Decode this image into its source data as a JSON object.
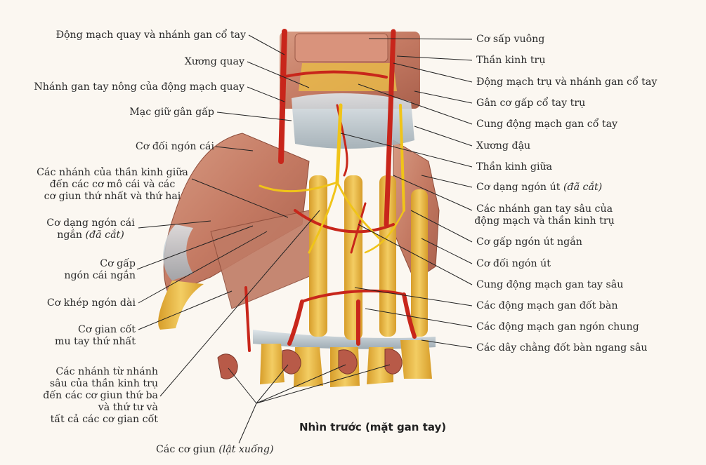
{
  "caption": "Nhìn trước (mặt gan tay)",
  "colors": {
    "artery": "#c8261b",
    "nerve": "#f0c419",
    "muscle": "#c9806a",
    "bone": "#e9b845",
    "ligament": "#bcc6cc",
    "leader": "#222222"
  },
  "labels_left": [
    {
      "id": "radial-artery",
      "lines": [
        "Động mạch quay và nhánh gan cổ tay"
      ]
    },
    {
      "id": "radius",
      "lines": [
        "Xương quay"
      ]
    },
    {
      "id": "superficial-palmar-branch",
      "lines": [
        "Nhánh gan tay nông của động mạch quay"
      ]
    },
    {
      "id": "flexor-retinaculum",
      "lines": [
        "Mạc giữ gân gấp"
      ]
    },
    {
      "id": "opponens-pollicis",
      "lines": [
        "Cơ đối ngón cái"
      ]
    },
    {
      "id": "median-nerve-branches",
      "lines": [
        "Các nhánh của thần kinh giữa",
        "đến các cơ mô cái và các",
        "cơ giun thứ nhất và thứ hai"
      ]
    },
    {
      "id": "abductor-pollicis-brevis",
      "lines": [
        "Cơ dạng ngón cái",
        "ngắn"
      ],
      "italic_suffix": "(đã cắt)"
    },
    {
      "id": "flexor-pollicis-brevis",
      "lines": [
        "Cơ gấp",
        "ngón cái ngắn"
      ]
    },
    {
      "id": "adductor-pollicis",
      "lines": [
        "Cơ khép ngón dài"
      ]
    },
    {
      "id": "first-dorsal-interosseous",
      "lines": [
        "Cơ gian cốt",
        "mu tay thứ nhất"
      ]
    },
    {
      "id": "ulnar-deep-branches",
      "lines": [
        "Các nhánh từ nhánh",
        "sâu của thần kinh trụ",
        "đến các cơ giun thứ ba",
        "và thứ tư và",
        "tất cả các cơ gian cốt"
      ]
    }
  ],
  "labels_right": [
    {
      "id": "pronator-quadratus",
      "lines": [
        "Cơ sấp vuông"
      ]
    },
    {
      "id": "ulnar-nerve",
      "lines": [
        "Thần kinh trụ"
      ]
    },
    {
      "id": "ulnar-artery",
      "lines": [
        "Động mạch trụ và nhánh gan cổ tay"
      ]
    },
    {
      "id": "fcu-tendon",
      "lines": [
        "Gân cơ gấp cổ tay trụ"
      ]
    },
    {
      "id": "palmar-carpal-arch",
      "lines": [
        "Cung động mạch gan cổ tay"
      ]
    },
    {
      "id": "pisiform",
      "lines": [
        "Xương đậu"
      ]
    },
    {
      "id": "median-nerve",
      "lines": [
        "Thần kinh giữa"
      ]
    },
    {
      "id": "abductor-digiti-minimi",
      "lines": [
        "Cơ dạng ngón út"
      ],
      "italic_suffix": "(đã cắt)"
    },
    {
      "id": "deep-ulnar-branches",
      "lines": [
        "Các nhánh gan tay sâu của",
        "động mạch và thần kinh trụ"
      ]
    },
    {
      "id": "fdm-brevis",
      "lines": [
        "Cơ gấp ngón út ngắn"
      ]
    },
    {
      "id": "opponens-digiti-minimi",
      "lines": [
        "Cơ đối ngón út"
      ]
    },
    {
      "id": "deep-palmar-arch",
      "lines": [
        "Cung động mạch gan tay sâu"
      ]
    },
    {
      "id": "palmar-metacarpal-arteries",
      "lines": [
        "Các động mạch gan đốt bàn"
      ]
    },
    {
      "id": "common-palmar-digital",
      "lines": [
        "Các động mạch gan ngón chung"
      ]
    },
    {
      "id": "deep-transverse-metacarpal",
      "lines": [
        "Các dây chằng đốt bàn ngang sâu"
      ]
    }
  ],
  "label_bottom": {
    "id": "lumbricals",
    "text": "Các cơ giun",
    "italic_suffix": "(lật xuống)"
  }
}
